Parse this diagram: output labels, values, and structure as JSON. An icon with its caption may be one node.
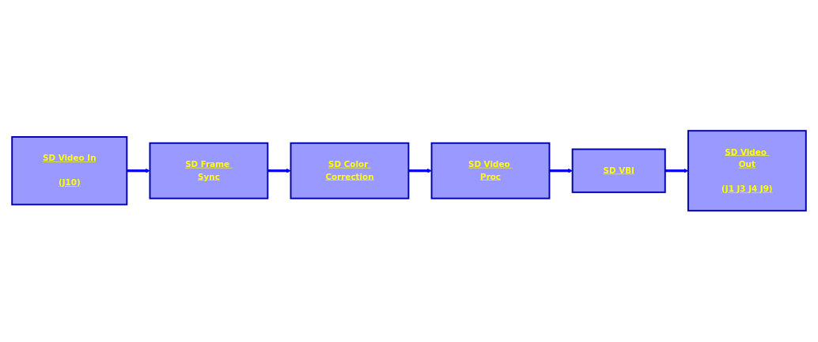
{
  "diagram": {
    "nodes": [
      {
        "text": [
          "SD Video In",
          "(J10)"
        ]
      },
      {
        "text": [
          "SD Frame Sync"
        ]
      },
      {
        "text": [
          "SD Color Correction"
        ]
      },
      {
        "text": [
          "SD Video Proc"
        ]
      },
      {
        "text": [
          "SD VBI"
        ]
      },
      {
        "text": [
          "SD Video Out",
          "(J1 J3 J4 J9)"
        ]
      }
    ],
    "edges": [
      {
        "from": 0,
        "to": 1,
        "arrow": "to"
      },
      {
        "from": 1,
        "to": 2,
        "arrow": "to"
      },
      {
        "from": 2,
        "to": 3,
        "arrow": "to"
      },
      {
        "from": 3,
        "to": 4,
        "arrow": "to"
      },
      {
        "from": 4,
        "to": 5,
        "arrow": "to"
      }
    ]
  }
}
